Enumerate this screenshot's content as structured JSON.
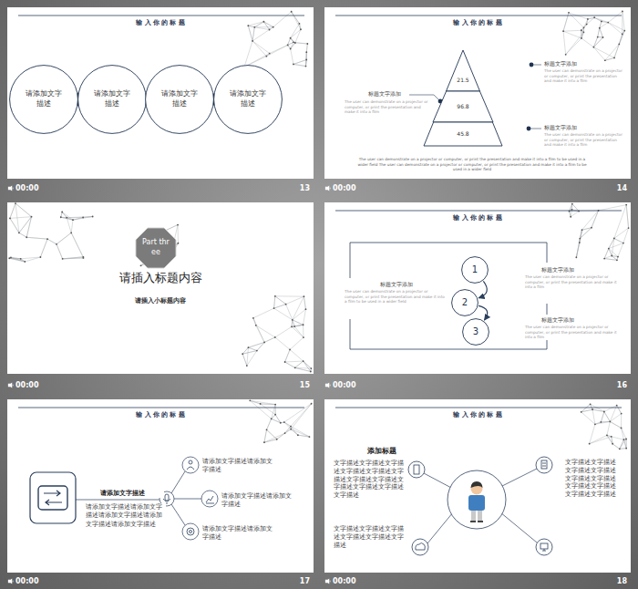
{
  "diagram": {
    "nodes": [
      {
        "text": [
          "输 入 你 的 标 题"
        ]
      },
      {
        "text": [
          "请添加文字描述"
        ],
        "in": 0
      },
      {
        "text": [
          "请添加文字描述"
        ],
        "in": 0
      },
      {
        "text": [
          "请添加文字描述"
        ],
        "in": 0
      },
      {
        "text": [
          "请添加文字描述"
        ],
        "in": 0
      },
      {
        "text": [
          "输 入 你 的 标 题"
        ]
      },
      {
        "text": [
          "21.5"
        ],
        "in": 5
      },
      {
        "text": [
          "96.8"
        ],
        "in": 5
      },
      {
        "text": [
          "45.8"
        ],
        "in": 5
      },
      {
        "text": [
          "请插入标题内容",
          "请插入小标题内容"
        ]
      },
      {
        "text": [
          "Part three"
        ],
        "in": 9
      },
      {
        "text": [
          "输 入 你 的 标 题"
        ]
      },
      {
        "text": [
          "1"
        ],
        "in": 11
      },
      {
        "text": [
          "2"
        ],
        "in": 11
      },
      {
        "text": [
          "3"
        ],
        "in": 11
      },
      {
        "text": [
          "输 入 你 的 标 题"
        ]
      },
      {
        "text": [
          "输 入 你 的 标 题"
        ]
      }
    ],
    "edges": [
      {
        "from": 12,
        "to": 13,
        "arrow": "to"
      },
      {
        "from": 13,
        "to": 14,
        "arrow": "to"
      }
    ],
    "labels": [
      "00:00",
      "13",
      "00:00",
      "14",
      "00:00",
      "15",
      "00:00",
      "16",
      "00:00",
      "17",
      "00:00",
      "18",
      "标题文字添加",
      "The user can demonstrate on a projector or computer, or print the presentation and make it into a film",
      "标题文字添加",
      "The user can demonstrate on a projector or computer, or print the presentation and make it into a film",
      "标题文字添加",
      "The user can demonstrate on a projector or computer, or print the presentation and make it into a film",
      "The user can demonstrate on a projector or computer, or print the presentation and make it into a film to be used in a wider field The user can demonstrate on a projector or computer, or print the presentation and make it into a film to be used in a wider field",
      "标题文字添加",
      "The user can demonstrate on a projector or computer, or print the presentation and make it into a film to be used in a wider field",
      "标题文字添加",
      "The user can demonstrate on a projector or computer, or print the presentation and make it into a film",
      "标题文字添加",
      "The user can demonstrate on a projector or computer, or print the presentation and make it into a film",
      "请添加文字描述",
      "请添加文字描述请添加文字描述请添加文字描述请添加文字描述请添加文字描述",
      "请添加文字描述请添加文字描述",
      "请添加文字描述请添加文字描述",
      "请添加文字描述请添加文字描述",
      "添加标题",
      "文字描述文字描述文字描述文字描述文字描述文字描述文字描述文字描述文字描述文字描述文字描述文字描述",
      "文字描述文字描述文字描述文字描述文字描述文字描述",
      "文字描述文字描述文字描述文字描述文字描述文字描述文字描述文字描述文字描述文字描述"
    ]
  }
}
